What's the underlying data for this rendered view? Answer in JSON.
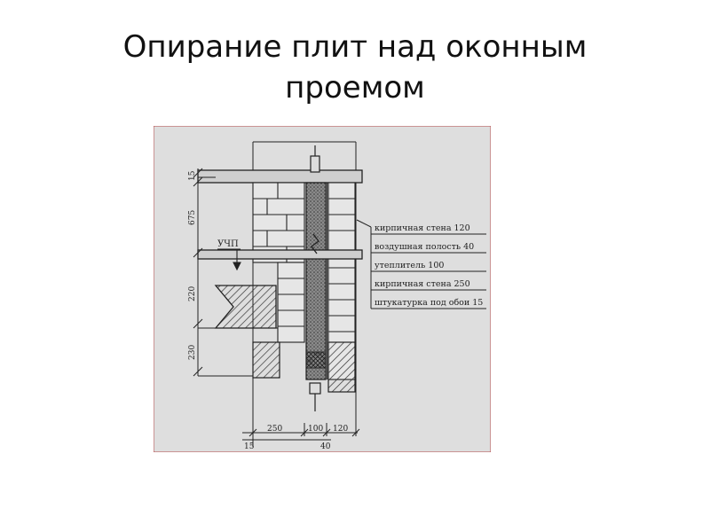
{
  "title": {
    "line1": "Опирание плит над оконным",
    "line2": "проемом"
  },
  "drawing": {
    "marker": "УЧП",
    "layers": [
      "кирпичная стена 120",
      "воздушная полость 40",
      "утеплитель 100",
      "кирпичная стена 250",
      "штукатурка под обои 15"
    ],
    "dims_vertical": [
      "15",
      "675",
      "220",
      "230"
    ],
    "dims_horizontal_top": [
      "250",
      "100",
      "120"
    ],
    "dims_horizontal_bottom": [
      "15",
      "40"
    ]
  },
  "colors": {
    "paper": "#dedede",
    "ink": "#222222",
    "insulation": "#7a7a7a"
  }
}
